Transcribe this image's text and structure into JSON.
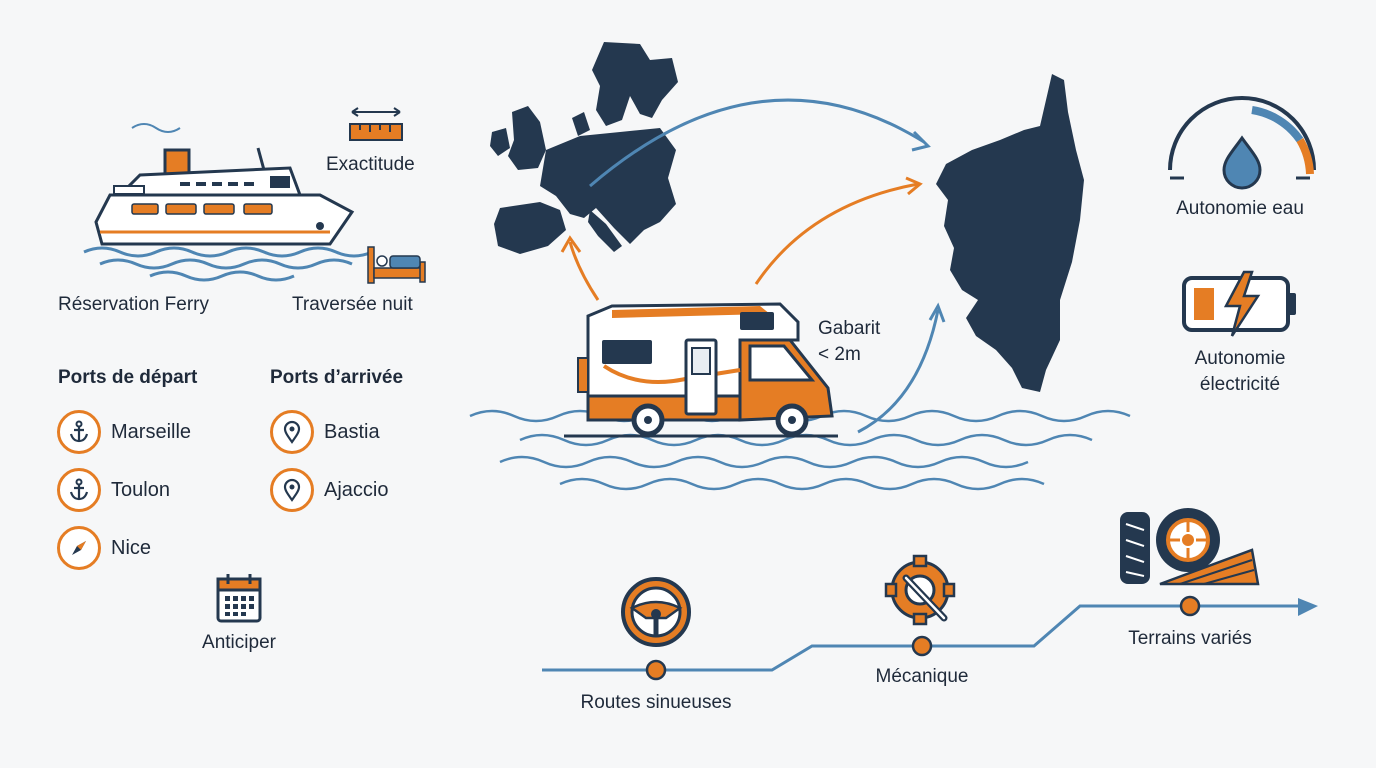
{
  "ferry": {
    "label": "Réservation Ferry"
  },
  "exactitude": {
    "label": "Exactitude"
  },
  "night": {
    "label": "Traversée nuit"
  },
  "ports_departure": {
    "title": "Ports de départ",
    "items": [
      {
        "label": "Marseille",
        "icon": "anchor-icon"
      },
      {
        "label": "Toulon",
        "icon": "anchor-icon"
      },
      {
        "label": "Nice",
        "icon": "compass-icon"
      }
    ]
  },
  "ports_arrival": {
    "title": "Ports d’arrivée",
    "items": [
      {
        "label": "Bastia",
        "icon": "map-pin-icon"
      },
      {
        "label": "Ajaccio",
        "icon": "map-pin-icon"
      }
    ]
  },
  "anticiper": {
    "label": "Anticiper"
  },
  "gabarit": {
    "line1": "Gabarit",
    "line2": "< 2m"
  },
  "water": {
    "label": "Autonomie eau"
  },
  "electricity": {
    "line1": "Autonomie",
    "line2": "électricité"
  },
  "road": {
    "steps": [
      {
        "label": "Routes sinueuses",
        "icon": "steering-wheel-icon"
      },
      {
        "label": "Mécanique",
        "icon": "gear-wrench-icon"
      },
      {
        "label": "Terrains variés",
        "icon": "tire-icon"
      }
    ]
  },
  "colors": {
    "navy": "#24384f",
    "orange": "#e57d24",
    "blue": "#4f86b3"
  }
}
